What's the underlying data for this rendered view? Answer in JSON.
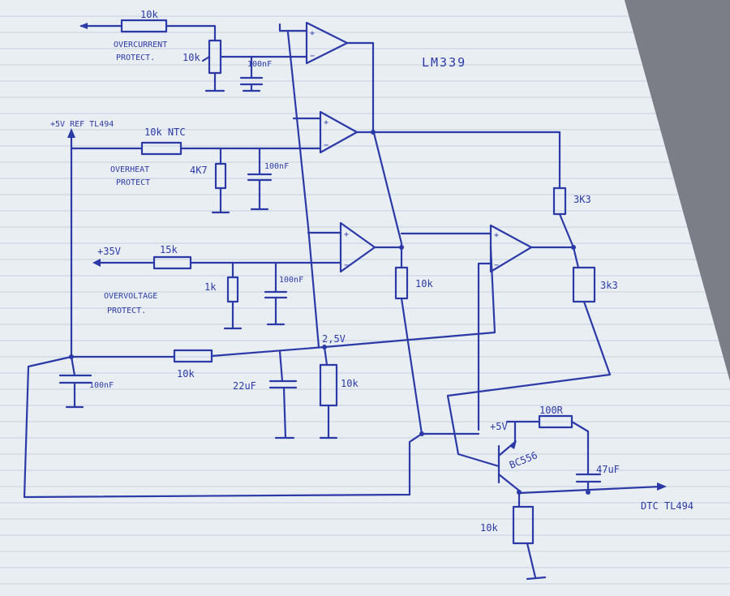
{
  "title": "LM339",
  "overcurrent": {
    "resistor": "10k",
    "pot": "10k",
    "cap": "100nF",
    "note_line1": "OVERCURRENT",
    "note_line2": "PROTECT."
  },
  "overheat": {
    "supply": "+5V REF TL494",
    "ntc": "10k NTC",
    "resistor": "4K7",
    "cap": "100nF",
    "note_line1": "OVERHEAT",
    "note_line2": "PROTECT"
  },
  "overvoltage": {
    "supply": "+35V",
    "resistor": "15k",
    "resistor2": "1k",
    "cap": "100nF",
    "note_line1": "OVERVOLTAGE",
    "note_line2": "PROTECT."
  },
  "ref_network": {
    "node": "2,5V",
    "cap_small": "100nF",
    "resistor": "10k",
    "cap_large": "22uF",
    "resistor2": "10k"
  },
  "pullup": {
    "resistor": "10k"
  },
  "divider": {
    "r1": "3K3",
    "r2": "3k3"
  },
  "output": {
    "node": "+5V",
    "transistor": "BC556",
    "resistor": "100R",
    "cap": "47uF",
    "emitter_r": "10k",
    "dest": "DTC TL494"
  }
}
